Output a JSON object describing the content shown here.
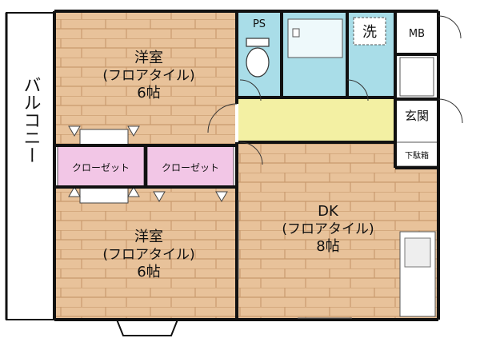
{
  "rooms": {
    "bedroom_top": {
      "type": "洋室",
      "floor": "(フロアタイル)",
      "size": "6帖"
    },
    "bedroom_bottom": {
      "type": "洋室",
      "floor": "(フロアタイル)",
      "size": "6帖"
    },
    "dk": {
      "type": "DK",
      "floor": "(フロアタイル)",
      "size": "8帖"
    }
  },
  "labels": {
    "balcony": "バルコニー",
    "closet_left": "クローゼット",
    "closet_right": "クローゼット",
    "ps": "PS",
    "washer": "洗",
    "mb": "MB",
    "entrance": "玄関",
    "shoe_box": "下駄箱"
  },
  "colors": {
    "wood": "#e8c29a",
    "wood_line": "#c99a6e",
    "wet_area": "#a9dde8",
    "corridor": "#f3f0a3",
    "closet": "#f2c6e6",
    "wall": "#111111"
  }
}
